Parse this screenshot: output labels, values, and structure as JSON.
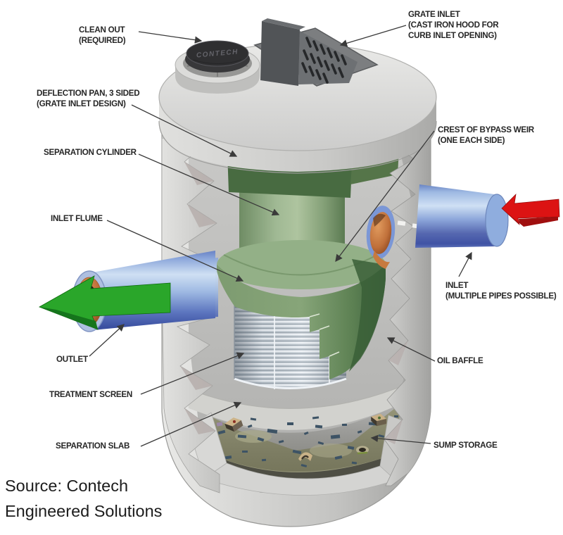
{
  "figure": {
    "type": "cutaway-technical-diagram",
    "subject": "Hydrodynamic separator stormwater treatment unit (cutaway view)"
  },
  "labels": {
    "clean_out": {
      "line1": "CLEAN OUT",
      "line2": "(REQUIRED)"
    },
    "grate_inlet": {
      "line1": "GRATE INLET",
      "line2": "(CAST IRON HOOD FOR",
      "line3": "CURB INLET OPENING)"
    },
    "deflection_pan": {
      "line1": "DEFLECTION PAN, 3 SIDED",
      "line2": "(GRATE INLET DESIGN)"
    },
    "separation_cylinder": {
      "line1": "SEPARATION CYLINDER"
    },
    "bypass_weir": {
      "line1": "CREST OF BYPASS WEIR",
      "line2": "(ONE EACH SIDE)"
    },
    "inlet_flume": {
      "line1": "INLET FLUME"
    },
    "inlet": {
      "line1": "INLET",
      "line2": "(MULTIPLE PIPES POSSIBLE)"
    },
    "outlet": {
      "line1": "OUTLET"
    },
    "oil_baffle": {
      "line1": "OIL BAFFLE"
    },
    "treatment_screen": {
      "line1": "TREATMENT SCREEN"
    },
    "separation_slab": {
      "line1": "SEPARATION SLAB"
    },
    "sump_storage": {
      "line1": "SUMP STORAGE"
    }
  },
  "source": {
    "line1": "Source: Contech",
    "line2": "Engineered Solutions"
  },
  "illustration": {
    "manhole_cover_text": "CONTECH",
    "icons": {
      "inlet_flow_arrow": "red-left-arrow",
      "outlet_flow_arrow": "green-left-arrow"
    }
  },
  "colors": {
    "concrete": "#d2d2d0",
    "concrete_shadow": "#a5a5a3",
    "green_light": "#a4ba98",
    "green_dark": "#4c7245",
    "screen_silver": "#c3ccd4",
    "pipe_blue": "#5a74c0",
    "pipe_highlight": "#cfe0f4",
    "pipe_interior_orange": "#c0703a",
    "arrow_green": "#2aa62a",
    "arrow_red": "#dc1313",
    "sump_olive": "#9b9b7d",
    "debris": "#3d5365",
    "grate_gray": "#595c5e",
    "manhole_cover": "#2f2f31",
    "leader_line": "#3a3a3a",
    "label_text": "#262626"
  }
}
